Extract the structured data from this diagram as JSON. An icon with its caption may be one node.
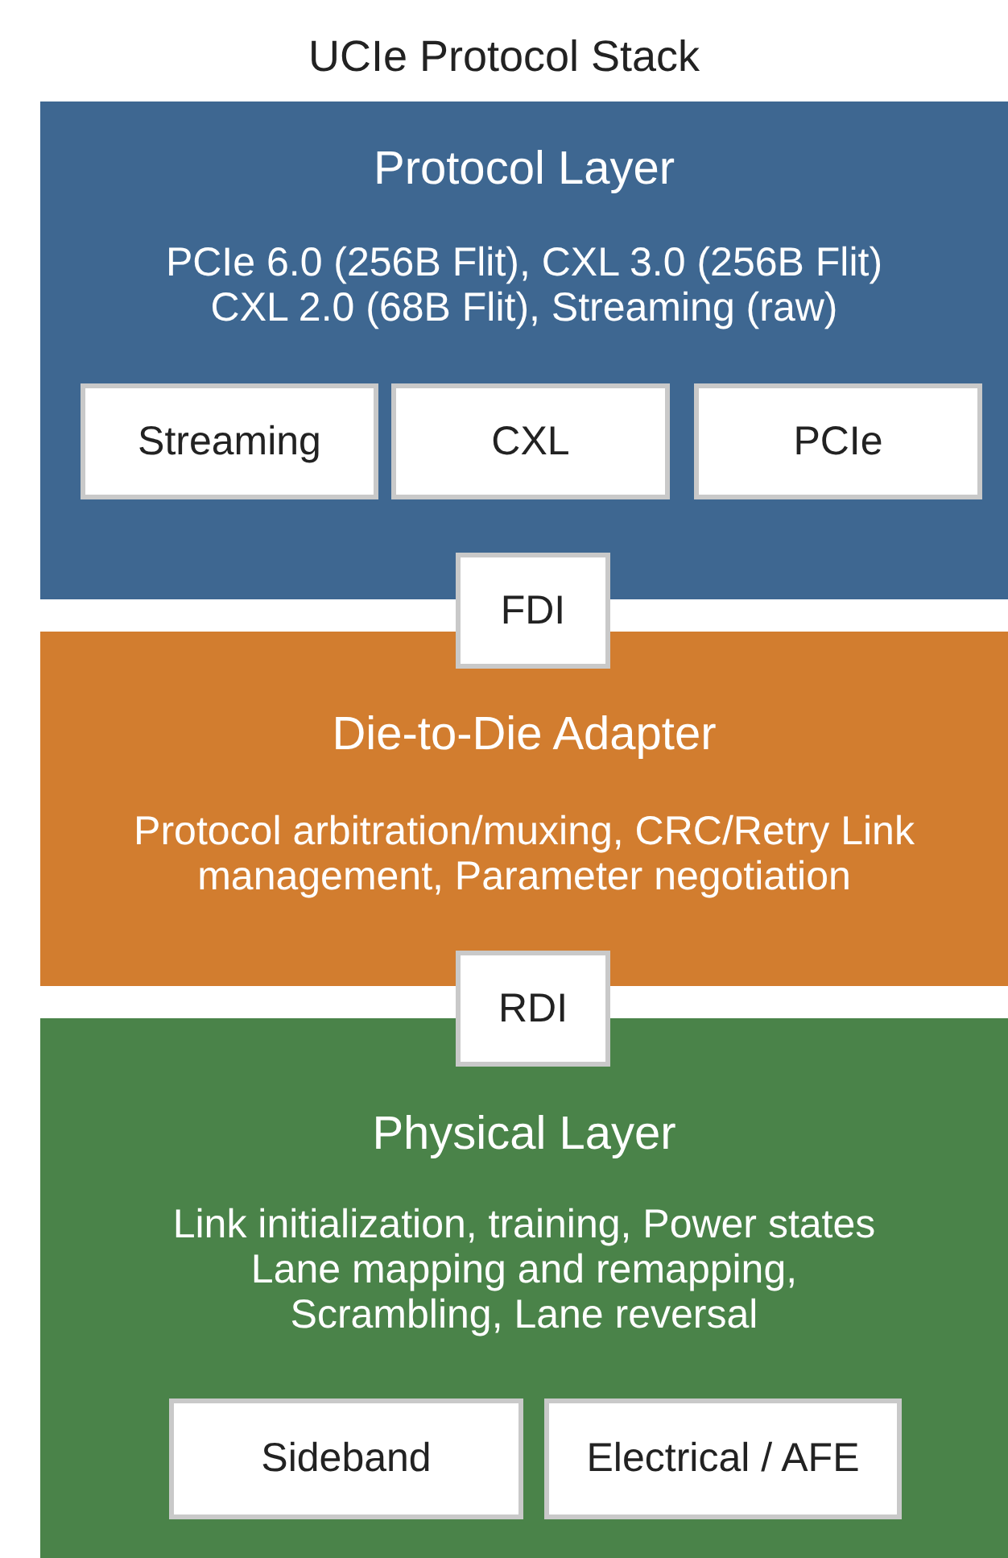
{
  "diagram": {
    "title": "UCIe Protocol Stack",
    "nodes": [
      {
        "text": [
          "Protocol Layer",
          "PCIe 6.0 (256B Flit), CXL 3.0 (256B Flit) CXL 2.0 (68B Flit), Streaming (raw)"
        ]
      },
      {
        "text": [
          "Streaming"
        ],
        "in": 0
      },
      {
        "text": [
          "CXL"
        ],
        "in": 0
      },
      {
        "text": [
          "PCIe"
        ],
        "in": 0
      },
      {
        "text": [
          "FDI"
        ]
      },
      {
        "text": [
          "Die-to-Die Adapter",
          "Protocol arbitration/muxing, CRC/Retry Link management, Parameter negotiation"
        ]
      },
      {
        "text": [
          "RDI"
        ]
      },
      {
        "text": [
          "Physical Layer",
          "Link initialization, training, Power states Lane mapping and remapping, Scrambling, Lane reversal"
        ]
      },
      {
        "text": [
          "Sideband"
        ],
        "in": 7
      },
      {
        "text": [
          "Electrical / AFE"
        ],
        "in": 7
      }
    ]
  }
}
